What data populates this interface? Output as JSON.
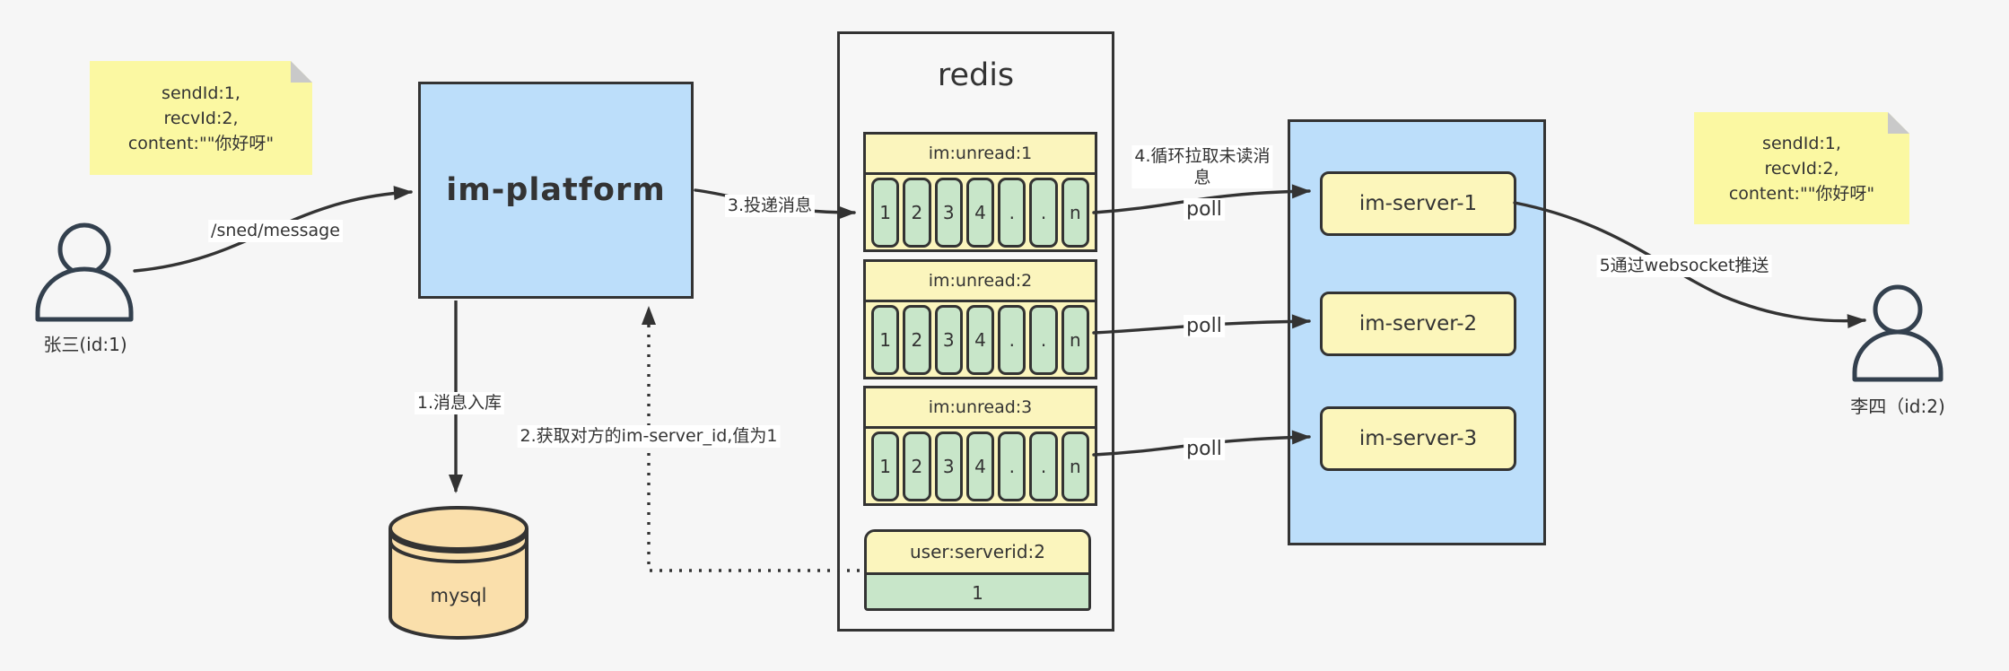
{
  "actors": {
    "sender": {
      "label": "张三(id:1)"
    },
    "receiver": {
      "label": "李四（id:2)"
    }
  },
  "sticky_left": {
    "line1": "sendId:1,",
    "line2": "recvId:2,",
    "line3": "content:\"\"你好呀\""
  },
  "sticky_right": {
    "line1": "sendId:1,",
    "line2": "recvId:2,",
    "line3": "content:\"\"你好呀\""
  },
  "platform": {
    "label": "im-platform"
  },
  "mysql": {
    "label": "mysql"
  },
  "redis": {
    "title": "redis",
    "queues": [
      {
        "name": "im:unread:1",
        "cells": [
          "1",
          "2",
          "3",
          "4",
          ".",
          ".",
          "n"
        ]
      },
      {
        "name": "im:unread:2",
        "cells": [
          "1",
          "2",
          "3",
          "4",
          ".",
          ".",
          "n"
        ]
      },
      {
        "name": "im:unread:3",
        "cells": [
          "1",
          "2",
          "3",
          "4",
          ".",
          ".",
          "n"
        ]
      }
    ],
    "kv": {
      "name": "user:serverid:2",
      "value": "1"
    }
  },
  "servers": {
    "items": [
      {
        "label": "im-server-1"
      },
      {
        "label": "im-server-2"
      },
      {
        "label": "im-server-3"
      }
    ]
  },
  "edges": {
    "send": "/sned/message",
    "store": "1.消息入库",
    "lookup": "2.获取对方的im-server_id,值为1",
    "deliver": "3.投递消息",
    "pull_line1": "4.循环拉取未读消",
    "pull_line2": "息",
    "poll": "poll",
    "push": "5通过websocket推送"
  },
  "colors": {
    "background": "#f6f6f6",
    "node_blue": "#bcdefa",
    "sticky_yellow": "#fbf8a2",
    "pale_yellow": "#fbf5bd",
    "cell_green": "#c8e6c9",
    "mysql_orange": "#fadfab",
    "line_dark": "#333333",
    "person_stroke": "#33404e"
  }
}
